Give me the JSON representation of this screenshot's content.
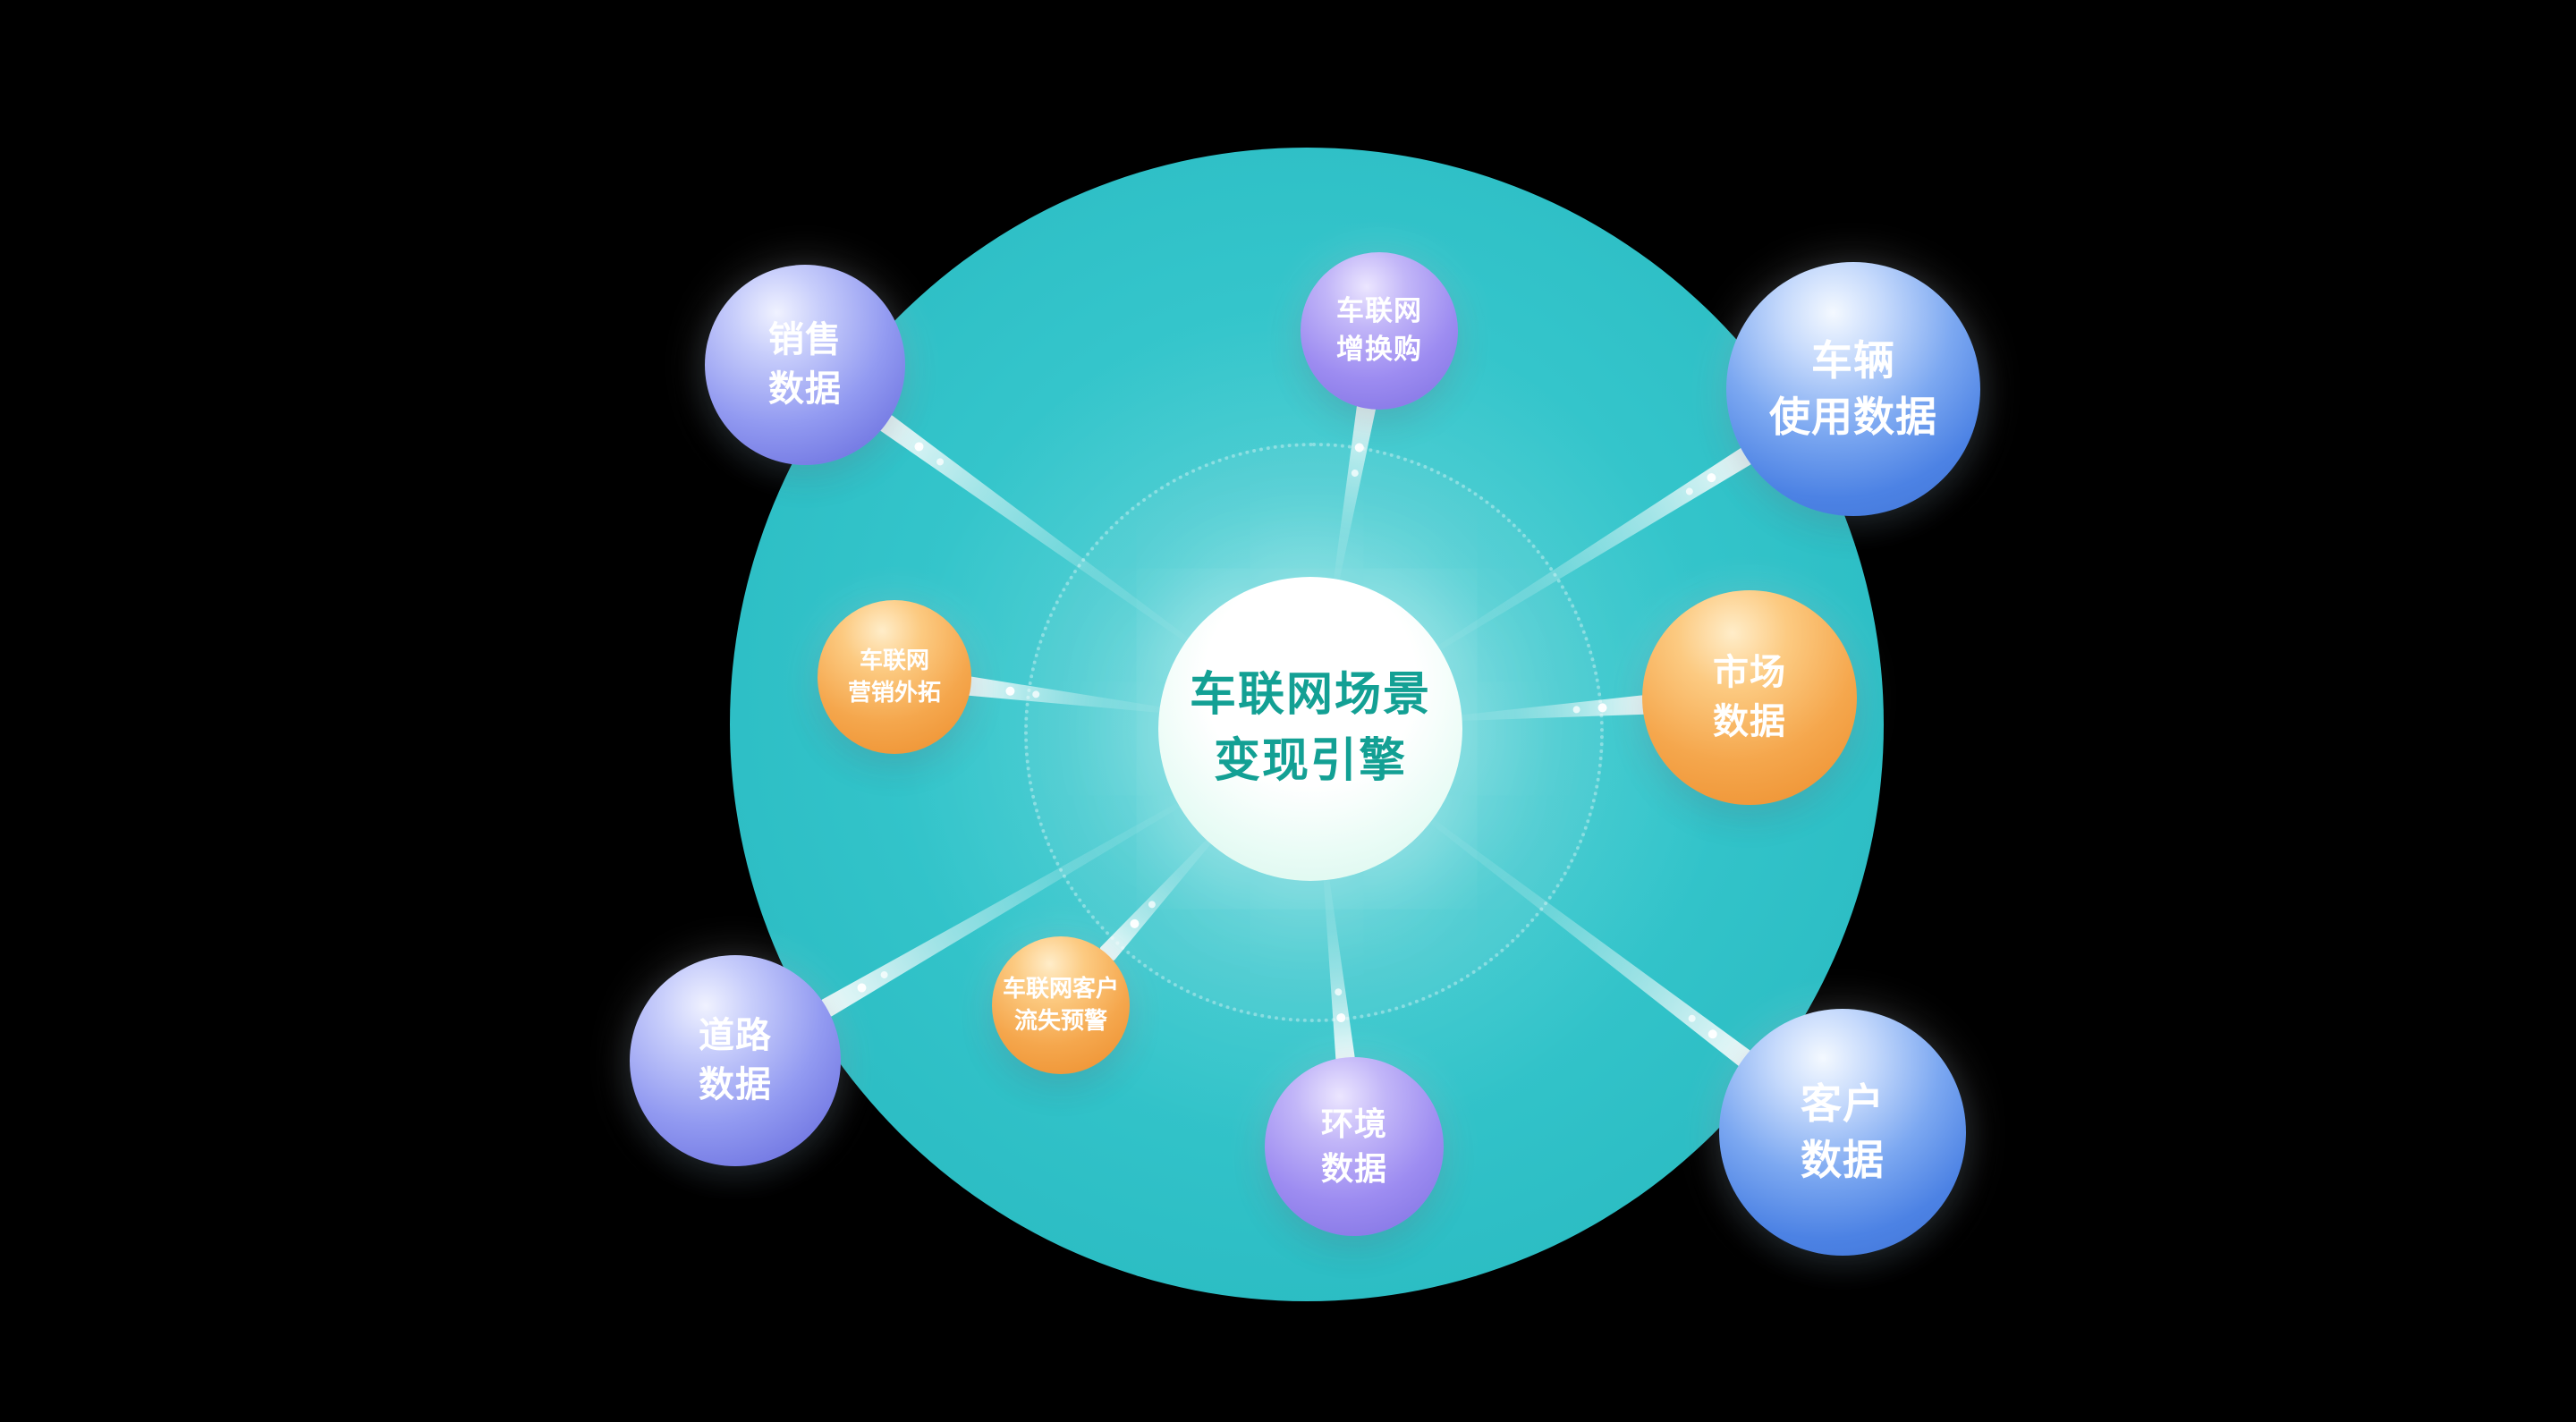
{
  "colors": {
    "background": "#000000",
    "teal_circle": "#2fc3c9",
    "center_text": "#13a094",
    "beam": "#ffffff"
  },
  "center_node": {
    "lines": [
      "车联网场景",
      "变现引擎"
    ]
  },
  "nodes": [
    {
      "id": "sales",
      "lines": [
        "销售",
        "数据"
      ],
      "color": "#7b84ec"
    },
    {
      "id": "upgrade",
      "lines": [
        "车联网",
        "增换购"
      ],
      "color": "#9488ee"
    },
    {
      "id": "vehicle-usage",
      "lines": [
        "车辆",
        "使用数据"
      ],
      "color": "#4c86e8"
    },
    {
      "id": "marketing",
      "lines": [
        "车联网",
        "营销外拓"
      ],
      "color": "#f3a64b"
    },
    {
      "id": "market",
      "lines": [
        "市场",
        "数据"
      ],
      "color": "#f29b3a"
    },
    {
      "id": "road",
      "lines": [
        "道路",
        "数据"
      ],
      "color": "#7f7fea"
    },
    {
      "id": "churn",
      "lines": [
        "车联网客户",
        "流失预警"
      ],
      "color": "#f2a04b"
    },
    {
      "id": "environment",
      "lines": [
        "环境",
        "数据"
      ],
      "color": "#8f86ec"
    },
    {
      "id": "customer",
      "lines": [
        "客户",
        "数据"
      ],
      "color": "#4c86e8"
    }
  ],
  "connections": [
    {
      "from": "center",
      "to": "sales"
    },
    {
      "from": "center",
      "to": "upgrade"
    },
    {
      "from": "center",
      "to": "vehicle-usage"
    },
    {
      "from": "center",
      "to": "marketing"
    },
    {
      "from": "center",
      "to": "market"
    },
    {
      "from": "center",
      "to": "road"
    },
    {
      "from": "center",
      "to": "churn"
    },
    {
      "from": "center",
      "to": "environment"
    },
    {
      "from": "center",
      "to": "customer"
    }
  ]
}
